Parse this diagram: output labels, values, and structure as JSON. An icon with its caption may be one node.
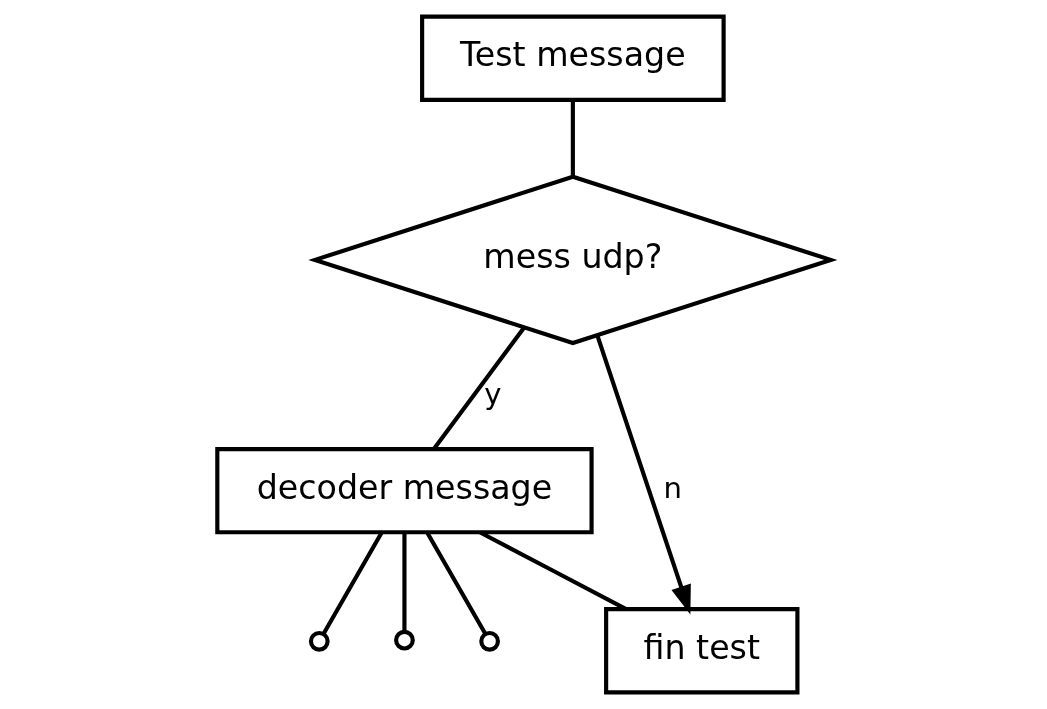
{
  "diagram": {
    "nodes": [
      {
        "text": [
          "Test message"
        ]
      },
      {
        "text": [
          "mess udp?"
        ]
      },
      {
        "text": [
          "decoder message"
        ]
      },
      {
        "text": [
          "fin test"
        ]
      }
    ],
    "edges": [
      {
        "from": 0,
        "to": 1,
        "arrow": "none"
      },
      {
        "from": 1,
        "to": 2,
        "label": "y",
        "arrow": "none"
      },
      {
        "from": 1,
        "to": 3,
        "label": "n",
        "arrow": "to"
      },
      {
        "from": 2,
        "to": 3,
        "arrow": "none"
      },
      {
        "from": 2,
        "to": null,
        "arrow": "other"
      },
      {
        "from": 2,
        "to": null,
        "arrow": "other"
      },
      {
        "from": 2,
        "to": null,
        "arrow": "other"
      }
    ]
  }
}
